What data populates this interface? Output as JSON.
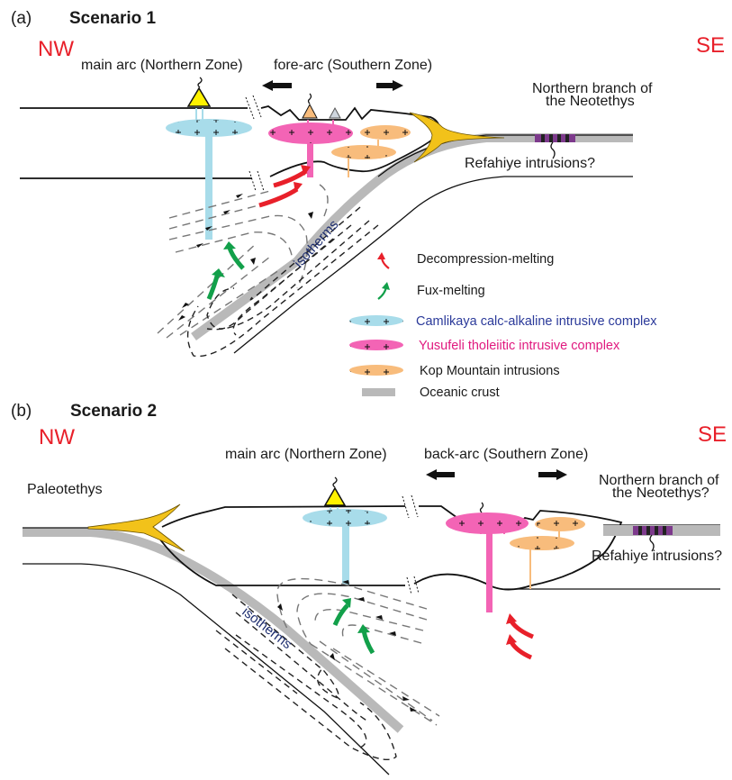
{
  "figure": {
    "panels": [
      {
        "id": "a",
        "panel_label": "(a)",
        "title": "Scenario 1",
        "nw": "NW",
        "se": "SE",
        "main_arc": "main arc (Northern Zone)",
        "secondary_arc": "fore-arc (Southern Zone)",
        "ocean_line1": "Northern branch of",
        "ocean_line2": "the Neotethys",
        "refahiye": "Refahiye intrusions?",
        "isotherms": "isotherms"
      },
      {
        "id": "b",
        "panel_label": "(b)",
        "title": "Scenario 2",
        "nw": "NW",
        "se": "SE",
        "main_arc": "main arc (Northern Zone)",
        "secondary_arc": "back-arc (Southern Zone)",
        "ocean_line1": "Northern branch of",
        "ocean_line2": "the Neotethys?",
        "refahiye": "Refahiye intrusions?",
        "isotherms": "isotherms",
        "paleotethys": "Paleotethys"
      }
    ],
    "legend": [
      {
        "symbol": "red-arrow",
        "label": "Decompression-melting",
        "color": "#e8202a",
        "text_color": "#1a1a1a"
      },
      {
        "symbol": "green-arrow",
        "label": "Fux-melting",
        "color": "#12a04a",
        "text_color": "#1a1a1a"
      },
      {
        "symbol": "blue-ellipse",
        "label": "Camlikaya calc-alkaline intrusive complex",
        "color": "#a8dcea",
        "text_color": "#2b3a9a"
      },
      {
        "symbol": "pink-ellipse",
        "label": "Yusufeli tholeiitic intrusive complex",
        "color": "#f364b5",
        "text_color": "#e0197f"
      },
      {
        "symbol": "orange-ellipse",
        "label": "Kop Mountain intrusions",
        "color": "#f8bc7c",
        "text_color": "#1a1a1a"
      },
      {
        "symbol": "gray-bar",
        "label": "Oceanic crust",
        "color": "#b9b9b9",
        "text_color": "#1a1a1a"
      }
    ],
    "colors": {
      "direction": "#e8202a",
      "accretionary_wedge": "#f2c21a",
      "refahiye_bands": "#7d3a8c",
      "volcano_main": "#fff200",
      "volcano_secondary": "#f8bc7c",
      "volcano_gray": "#cfd6de"
    }
  }
}
